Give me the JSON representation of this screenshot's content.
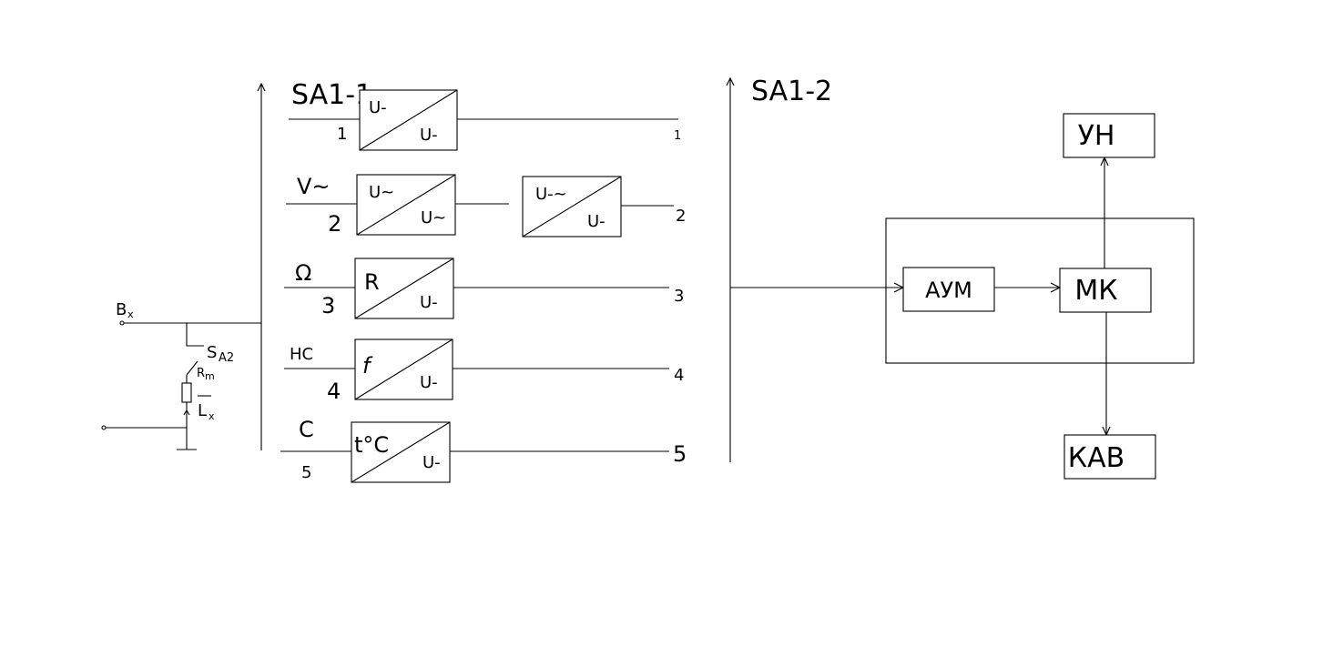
{
  "diagram": {
    "switch_1": {
      "label": "SA1-1"
    },
    "switch_2": {
      "label": "SA1-2"
    },
    "input": {
      "terminal_label": "B",
      "terminal_sub": "x",
      "switch_label": "S",
      "switch_sub": "A2",
      "resistor_label": "R",
      "resistor_sub": "m",
      "inductor_label": "L",
      "inductor_sub": "x"
    },
    "channels": [
      {
        "input_label": "SA1-1",
        "channel_num": "1",
        "conv_in": "U-",
        "conv_out": "U-",
        "out_num": "1"
      },
      {
        "input_label": "V~",
        "channel_num": "2",
        "conv_in": "U~",
        "conv_out": "U~",
        "conv2_in": "U-~",
        "conv2_out": "U-",
        "out_num": "2"
      },
      {
        "input_label": "Ω",
        "channel_num": "3",
        "conv_in": "R",
        "conv_out": "U-",
        "out_num": "3"
      },
      {
        "input_label": "HC",
        "channel_num": "4",
        "conv_in": "f",
        "conv_out": "U-",
        "out_num": "4"
      },
      {
        "input_label": "C",
        "channel_num": "5",
        "conv_in": "t°C",
        "conv_out": "U-",
        "out_num": "5"
      }
    ],
    "blocks": {
      "aum": "АУМ",
      "mk": "МК",
      "uh": "УН",
      "kab": "КАВ"
    }
  }
}
